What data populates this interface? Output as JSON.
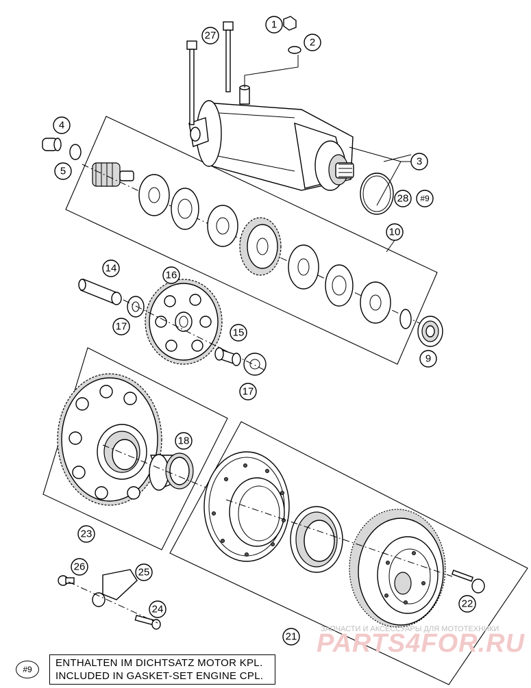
{
  "callouts": [
    {
      "id": "c1",
      "label": "1"
    },
    {
      "id": "c2",
      "label": "2"
    },
    {
      "id": "c27",
      "label": "27"
    },
    {
      "id": "c3",
      "label": "3"
    },
    {
      "id": "c28",
      "label": "28"
    },
    {
      "id": "c9a",
      "label": "#9"
    },
    {
      "id": "c4",
      "label": "4"
    },
    {
      "id": "c5",
      "label": "5"
    },
    {
      "id": "c10",
      "label": "10"
    },
    {
      "id": "c14",
      "label": "14"
    },
    {
      "id": "c16",
      "label": "16"
    },
    {
      "id": "c17a",
      "label": "17"
    },
    {
      "id": "c15",
      "label": "15"
    },
    {
      "id": "c17b",
      "label": "17"
    },
    {
      "id": "c9",
      "label": "9"
    },
    {
      "id": "c18",
      "label": "18"
    },
    {
      "id": "c23",
      "label": "23"
    },
    {
      "id": "c26",
      "label": "26"
    },
    {
      "id": "c25",
      "label": "25"
    },
    {
      "id": "c24",
      "label": "24"
    },
    {
      "id": "c21",
      "label": "21"
    },
    {
      "id": "c22",
      "label": "22"
    }
  ],
  "note": {
    "ref_label": "#9",
    "line1": "ENTHALTEN IM DICHTSATZ MOTOR KPL.",
    "line2": "INCLUDED IN GASKET-SET ENGINE CPL."
  },
  "watermark": {
    "top_text": "ЗАПЧАСТИ И АКСЕССУАРЫ ДЛЯ МОТОТЕХНИКИ",
    "logo_text": "PARTS4FOR.RU"
  }
}
